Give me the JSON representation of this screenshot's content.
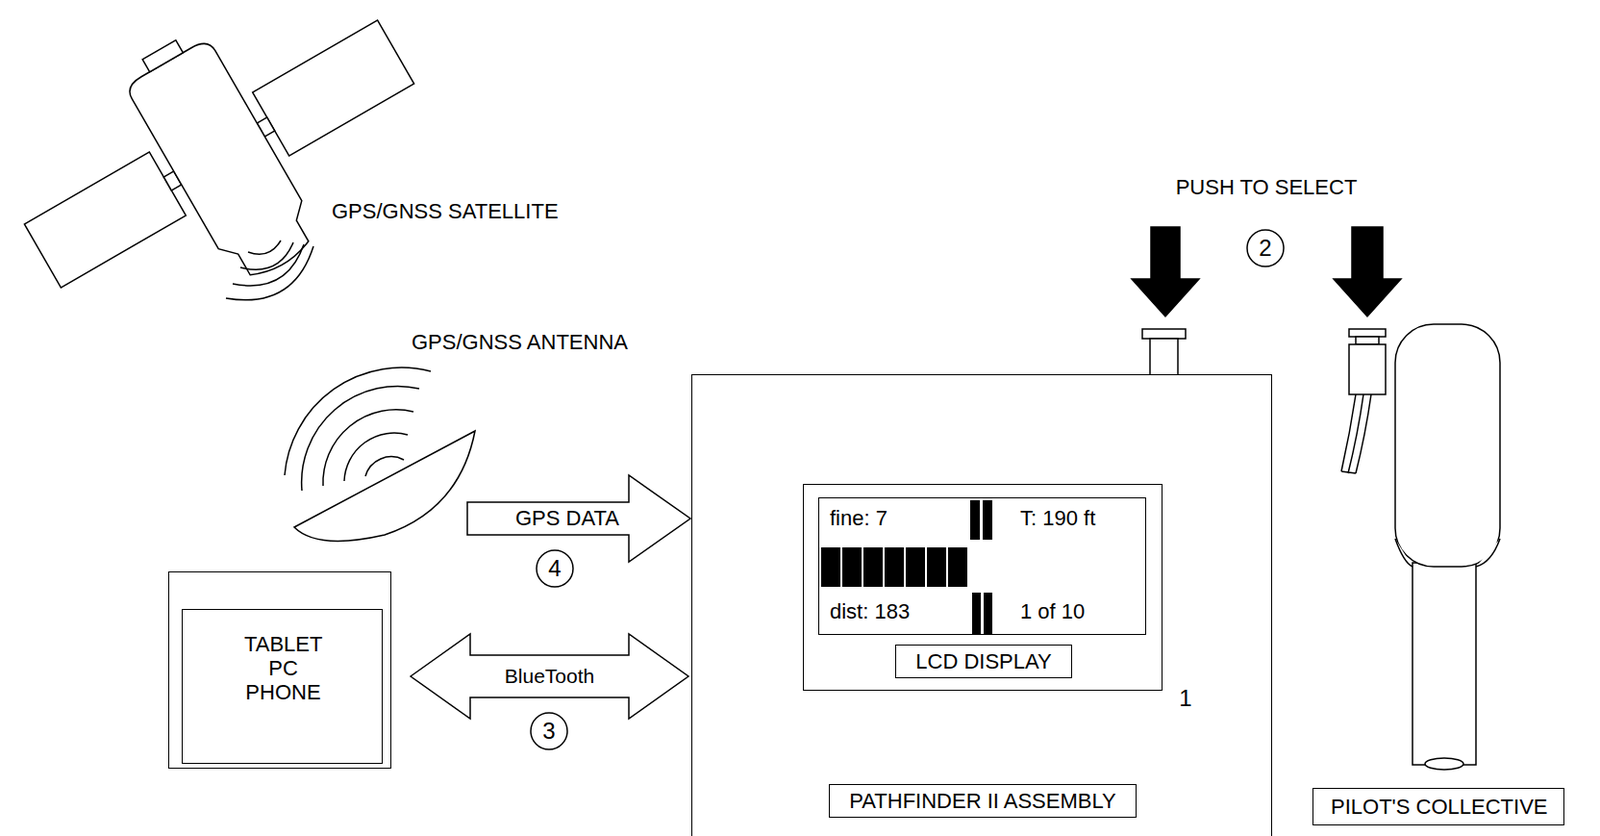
{
  "diagram": {
    "nodes": [
      {
        "text": [
          "PATHFINDER II ASSEMBLY"
        ]
      },
      {
        "text": [
          "LCD DISPLAY"
        ],
        "in": 0
      },
      {
        "text": [
          "fine: 7",
          "T: 190 ft",
          "dist: 183",
          "1 of 10"
        ],
        "in": 1
      },
      {
        "text": [
          "TABLET PC PHONE"
        ]
      },
      {
        "text": [
          "PILOT'S COLLECTIVE"
        ]
      }
    ],
    "edges": [
      {
        "from": 3,
        "to": 0,
        "arrow": "both",
        "label": "BlueTooth"
      }
    ],
    "labels": [
      "GPS/GNSS SATELLITE",
      "GPS/GNSS ANTENNA",
      "PUSH TO SELECT",
      "2",
      "GPS DATA",
      "4",
      "3",
      "1"
    ]
  }
}
